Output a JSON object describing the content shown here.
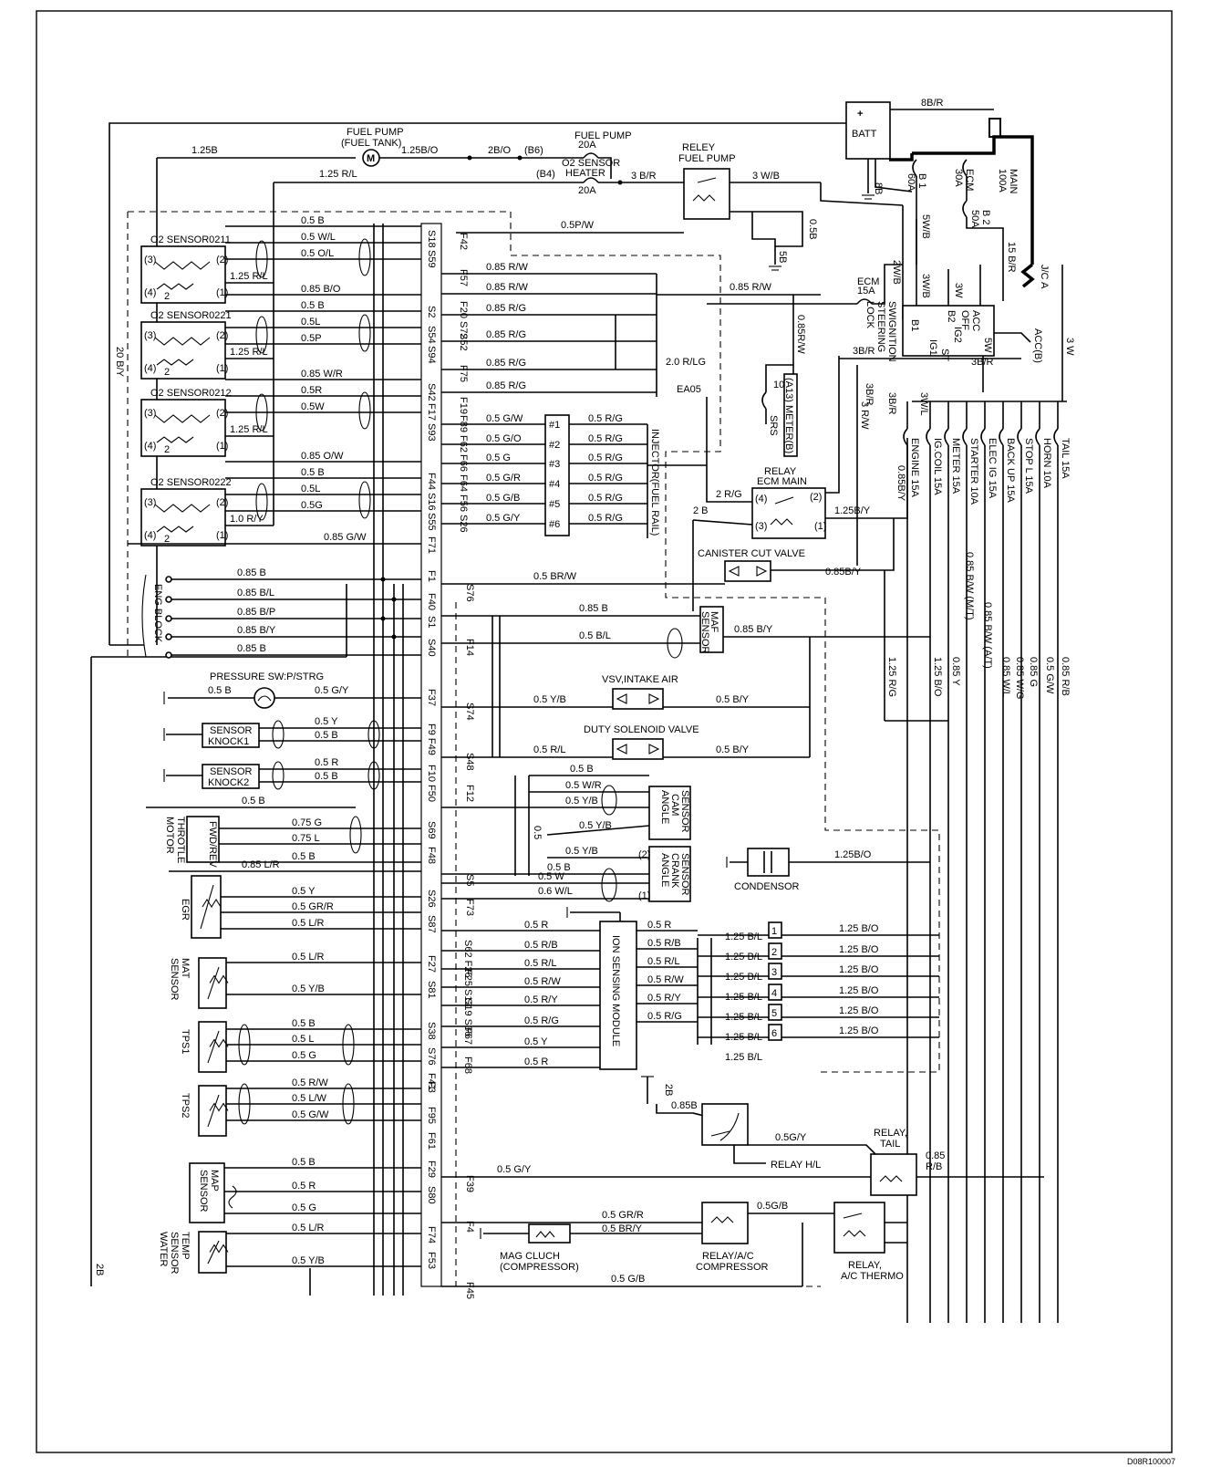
{
  "top": {
    "fuel_pump": "FUEL PUMP",
    "fuel_tank": "(FUEL TANK)",
    "fuse_fuel_pump": "FUEL PUMP",
    "fuse_fuel_pump_amp": "20A",
    "fuse_o2_heater1": "O2 SENSOR",
    "fuse_o2_heater2": "HEATER",
    "fuse_o2_amp": "20A",
    "relay_fuel_pump1": "RELEY",
    "relay_fuel_pump2": "FUEL PUMP",
    "batt": "BATT",
    "w_125b": "1.25B",
    "w_125bo": "1.25B/O",
    "w_2bo": "2B/O",
    "c_b6": "(B6)",
    "c_b4": "(B4)",
    "w_125rl": "1.25 R/L",
    "w_3br": "3 B/R",
    "w_3wb": "3 W/B",
    "w_8br": "8B/R",
    "w_8b": "8B",
    "w_05pw": "0.5P/W",
    "w_05b": "0.5B",
    "w_5b": "5B",
    "w_20by": "20 B/Y",
    "w_2b": "2B",
    "fuse_b1": "B 1",
    "fuse_b1_amp": "60A",
    "fuse_ecm30": "ECM",
    "fuse_ecm30_amp": "30A",
    "fuse_main": "MAIN",
    "fuse_main_amp": "100A",
    "fuse_b2": "B 2",
    "fuse_b2_amp": "50A",
    "w_5wb": "5W/B",
    "w_15br": "15 B/R",
    "jc_a": "J/C A",
    "w_2wb": "2W/B",
    "w_3wb2": "3W/B",
    "w_3w": "3W",
    "fuse_ecm15": "ECM",
    "fuse_ecm15_amp": "15A",
    "ign_sw1": "SWIGNITION",
    "ign_sw2": "STEERING",
    "ign_sw3": "LOCK",
    "ign_b1": "B1",
    "ign_b2": "B2",
    "ign_off": "OFF",
    "ign_acc": "ACC",
    "ign_ig1": "IG1",
    "ign_ig2": "IG2",
    "ign_st": "ST",
    "w_accb": "ACC(B)",
    "w_5w": "5W",
    "w_3w2": "3 W"
  },
  "o2_sensors": [
    {
      "name": "O2 SENSOR0211",
      "pins": [
        "S18",
        "S59"
      ],
      "wires": [
        "0.5 B",
        "0.5 W/L",
        "0.5 O/L"
      ],
      "heater": "1.25 R/L"
    },
    {
      "name": "O2 SENSOR0221",
      "pins": [
        "S2",
        "S54",
        "S94"
      ],
      "wires": [
        "0.85 B/O",
        "0.5 B",
        "0.5L",
        "0.5P"
      ],
      "heater": "1.25 R/L"
    },
    {
      "name": "O2 SENSOR0212",
      "pins": [
        "S42",
        "F17",
        "S93"
      ],
      "wires": [
        "0.85 W/R",
        "0.5R",
        "0.5W"
      ],
      "heater": "1.25 R/L"
    },
    {
      "name": "O2 SENSOR0222",
      "pins": [
        "F44",
        "S16",
        "S55"
      ],
      "wires": [
        "0.85 O/W",
        "0.5 B",
        "0.5L",
        "0.5G"
      ],
      "heater": "1.0 R/Y"
    }
  ],
  "pin_misc": {
    "f42": "F42",
    "f71": "F71",
    "w_085gw": "0.85 G/W",
    "f1": "F1",
    "f40": "F40",
    "s1": "S1",
    "s40": "S40"
  },
  "eng_block": {
    "label1": "ENG BLOCK",
    "wires": [
      "0.85 B",
      "0.85 B/L",
      "0.85 B/P",
      "0.85 B/Y",
      "0.85 B"
    ]
  },
  "injectors": {
    "pins": [
      "F57",
      "F20 S72",
      "S52",
      "F75",
      "F19"
    ],
    "wires": [
      "0.85 R/W",
      "0.85 R/W",
      "0.85 R/G",
      "0.85 R/G",
      "0.85 R/G",
      "0.85 R/G"
    ],
    "w_085rw_right": "0.85 R/W",
    "w_20rlg": "2.0 R/LG",
    "ea05": "EA05",
    "rows": [
      {
        "pin": "F89",
        "left": "0.5 G/W",
        "id": "#1",
        "right": "0.5 R/G"
      },
      {
        "pin": "F62",
        "left": "0.5 G/O",
        "id": "#2",
        "right": "0.5 R/G"
      },
      {
        "pin": "F66",
        "left": "0.5 G",
        "id": "#3",
        "right": "0.5 R/G"
      },
      {
        "pin": "F64",
        "left": "0.5 G/R",
        "id": "#4",
        "right": "0.5 R/G"
      },
      {
        "pin": "F56",
        "left": "0.5 G/B",
        "id": "#5",
        "right": "0.5 R/G"
      },
      {
        "pin": "S26",
        "left": "0.5 G/Y",
        "id": "#6",
        "right": "0.5 R/G"
      }
    ],
    "label": "INJECTOR(FUEL RAIL)"
  },
  "ecm_relay": {
    "label1": "RELAY",
    "label2": "ECM MAIN",
    "w_2rg": "2 R/G",
    "w_2b": "2 B",
    "w_125by": "1.25B/Y",
    "p4": "(4)",
    "p2": "(2)",
    "p3": "(3)",
    "p1": "(1)",
    "w_085rw_v": "0.85R/W",
    "fuse_10a": "10A",
    "srs": "SRS",
    "a13": "(A13) METER(B)",
    "w_3bR": "3B/R",
    "w_3rw": "3 R/W"
  },
  "canister": {
    "label": "CANISTER CUT VALVE",
    "w_05brw": "0.5 BR/W",
    "w_085by": "0.85B/Y",
    "pin": "S76"
  },
  "fuses_right": [
    {
      "name": "ENGINE",
      "amp": "15A"
    },
    {
      "name": "IG.COIL",
      "amp": "15A"
    },
    {
      "name": "METER",
      "amp": "15A"
    },
    {
      "name": "STARTER",
      "amp": "10A"
    },
    {
      "name": "ELEC IG",
      "amp": "15A"
    },
    {
      "name": "BACK UP",
      "amp": "15A"
    },
    {
      "name": "STOP L",
      "amp": "15A"
    },
    {
      "name": "HORN",
      "amp": "10A"
    },
    {
      "name": "TAIL",
      "amp": "15A"
    }
  ],
  "right_wires": {
    "w_3br_a": "3B/R",
    "w_3br_b": "3B/R",
    "w_3br_c": "3B/R",
    "w_3wl": "3W/L",
    "w_085by": "0.85B/Y",
    "w_125rg": "1.25 R/G",
    "w_125bo": "1.25 B/O",
    "w_085y": "0.85 Y",
    "w_085bwmt": "0.85 B/W (M/T)",
    "w_085bwat": "0.85 B/W (A/T)",
    "w_085wl": "0.85 W/L",
    "w_085wg": "0.85 W/G",
    "w_085g": "0.85 G",
    "w_05gw": "0.5 G/W",
    "w_085rb": "0.85 R/B"
  },
  "maf": {
    "label1": "MAF",
    "label2": "SENSOR",
    "pin": "F14",
    "w_085b": "0.85 B",
    "w_05bl": "0.5 B/L",
    "w_085by": "0.85 B/Y"
  },
  "pressure_sw": {
    "label": "PRESSURE SW:P/STRG",
    "w1": "0.5 B",
    "w2": "0.5 G/Y",
    "pin": "F37"
  },
  "knock": [
    {
      "label1": "SENSOR",
      "label2": "KNOCK1",
      "w1": "0.5 Y",
      "w2": "0.5 B",
      "pin": "F9 F49"
    },
    {
      "label1": "SENSOR",
      "label2": "KNOCK2",
      "w1": "0.5 R",
      "w2": "0.5 B",
      "pin": "F10 F50"
    }
  ],
  "vsv": {
    "label": "VSV,INTAKE AIR",
    "pin": "S74",
    "w1": "0.5 Y/B",
    "w2": "0.5 B/Y"
  },
  "duty": {
    "label": "DUTY SOLENOID VALVE",
    "pin": "S48",
    "w1": "0.5 R/L",
    "w2": "0.5 B/Y"
  },
  "cam": {
    "label1": "SENSOR",
    "label2": "CAM",
    "label3": "ANGLE",
    "pin": "F12",
    "w1": "0.5 B",
    "w2": "0.5 W/R",
    "w3": "0.5 Y/B",
    "w4": "0.5 Y/B",
    "w5": "0.5"
  },
  "crank": {
    "label1": "SENSOR",
    "label2": "CRANK",
    "label3": "ANGLE",
    "w1": "0.5 Y/B",
    "w2": "0.5 B",
    "w3": "0.5 W",
    "w4": "0.6 W/L",
    "p2": "(2)",
    "p1": "(1)",
    "pins": [
      "S5",
      "F73"
    ]
  },
  "condensor": {
    "label": "CONDENSOR",
    "wire": "1.25B/O"
  },
  "throttle": {
    "label1": "THROTLE",
    "label2": "MOTOR",
    "label3": "FWD/REV",
    "w_top": "0.5 B",
    "w1": "0.75 G",
    "w2": "0.75 L",
    "w3": "0.5 B",
    "pins": [
      "S69",
      "F48"
    ]
  },
  "egr": {
    "label": "EGR",
    "w0": "0.85 L/R",
    "w1": "0.5 Y",
    "w2": "0.5 GR/R",
    "w3": "0.5 L/R",
    "pins": [
      "S26",
      "S87"
    ]
  },
  "mat": {
    "label1": "MAT",
    "label2": "SENSOR",
    "w1": "0.5 L/R",
    "w2": "0.5 Y/B",
    "pins": [
      "F27",
      "S81"
    ]
  },
  "tps1": {
    "label": "TPS1",
    "w1": "0.5 B",
    "w2": "0.5 L",
    "w3": "0.5 G",
    "pins": [
      "S38",
      "S76",
      "F41"
    ]
  },
  "tps2": {
    "label": "TPS2",
    "w1": "0.5 R/W",
    "w2": "0.5 L/W",
    "w3": "0.5 G/W",
    "pins": [
      "F3",
      "F95",
      "F61"
    ]
  },
  "map_sensor": {
    "label1": "MAP",
    "label2": "SENSOR",
    "w1": "0.5 B",
    "w2": "0.5 R",
    "w3": "0.5 G",
    "pins": [
      "F29",
      "S80"
    ]
  },
  "temp_water": {
    "label1": "TEMP",
    "label2": "SENSOR",
    "label3": "WATER",
    "w1": "0.5 L/R",
    "w2": "0.5 Y/B",
    "pins": [
      "F74",
      "F53"
    ]
  },
  "ion": {
    "label": "ION SENSING MODULE",
    "left_pins": [
      "S62 F26",
      "F25 S13",
      "S19 S36",
      "F67",
      "F68"
    ],
    "left_wires": [
      "0.5 R",
      "0.5 R/B",
      "0.5 R/L",
      "0.5 R/W",
      "0.5 R/Y",
      "0.5 R/G",
      "0.5 Y",
      "0.5 R"
    ],
    "right_wires": [
      "0.5 R",
      "0.5 R/B",
      "0.5 R/L",
      "0.5 R/W",
      "0.5 R/Y",
      "0.5 R/G"
    ],
    "coil_wires": [
      "1.25 B/L",
      "1.25 B/L",
      "1.25 B/L",
      "1.25 B/L",
      "1.25 B/L",
      "1.25 B/L",
      "1.25 B/L"
    ],
    "coil_ids": [
      "1",
      "2",
      "3",
      "4",
      "5",
      "6"
    ],
    "out_wires": [
      "1.25 B/O",
      "1.25 B/O",
      "1.25 B/O",
      "1.25 B/O",
      "1.25 B/O",
      "1.25 B/O"
    ]
  },
  "bottom": {
    "w_2b": "2B",
    "w_085b": "0.85B",
    "w_05gy": "0.5G/Y",
    "relay_hl": "RELAY H/L",
    "relay_tail1": "RELAY,",
    "relay_tail2": "TAIL",
    "w_085rb": "0.85",
    "w_085rb2": "R/B",
    "f39": "F39",
    "w_05gy2": "0.5 G/Y",
    "f4": "F4",
    "w_05grr": "0.5 GR/R",
    "w_05bry": "0.5 BR/Y",
    "w_05gb": "0.5G/B",
    "mag1": "MAG CLUCH",
    "mag2": "(COMPRESSOR)",
    "relay_ac1": "RELAY/A/C",
    "relay_ac2": "COMPRESSOR",
    "relay_th1": "RELAY,",
    "relay_th2": "A/C THERMO",
    "f45": "F45",
    "w_05gb2": "0.5 G/B",
    "w_2b_left": "2B",
    "code": "D08R100007"
  }
}
